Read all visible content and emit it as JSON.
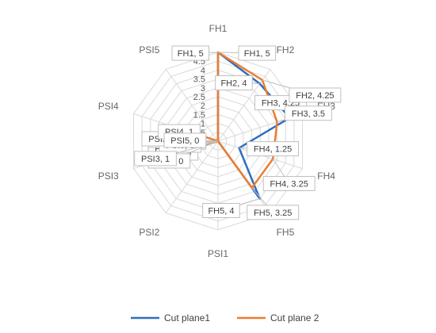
{
  "chart_data": {
    "type": "radar",
    "categories": [
      "FH1",
      "FH2",
      "FH3",
      "FH4",
      "FH5",
      "PSI1",
      "PSI2",
      "PSI3",
      "PSI4",
      "PSI5"
    ],
    "rlim": [
      0,
      5
    ],
    "ticks": [
      "0",
      "0.5",
      "1",
      "1.5",
      "2",
      "2.5",
      "3",
      "3.5",
      "4",
      "4.5",
      "5"
    ],
    "grid": true,
    "legend_position": "bottom",
    "series": [
      {
        "name": "Cut plane1",
        "color": "#2e6fc0",
        "values": [
          5,
          4,
          4.25,
          1.25,
          4,
          0,
          0,
          0,
          0,
          0
        ],
        "labels": [
          "FH1, 5",
          "FH2, 4",
          "FH3, 4.25",
          "FH4, 1.25",
          "FH5, 4",
          "PSI1, 0",
          "PSI2, 0",
          "PSI3, 0",
          "PSI4, 0",
          "PSI5, 0"
        ]
      },
      {
        "name": "Cut plane 2",
        "color": "#ed7d31",
        "values": [
          5,
          4.25,
          3.5,
          3.25,
          3.25,
          0,
          0,
          1,
          1,
          0
        ],
        "labels": [
          "FH1, 5",
          "FH2, 4.25",
          "FH3, 3.5",
          "FH4, 3.25",
          "FH5, 3.25",
          "PSI1, 0",
          "PSI2, 0",
          "PSI3, 1",
          "PSI4, 1",
          "PSI5, 0"
        ]
      }
    ]
  }
}
